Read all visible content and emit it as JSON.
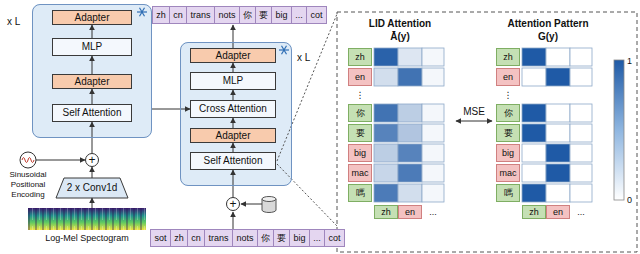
{
  "diagram": {
    "nodes": [
      {
        "text": [
          "x L"
        ]
      },
      {
        "text": [
          "Adapter"
        ],
        "in": 0
      },
      {
        "text": [
          "MLP"
        ],
        "in": 0
      },
      {
        "text": [
          "Adapter"
        ],
        "in": 0
      },
      {
        "text": [
          "Self Attention"
        ],
        "in": 0
      },
      {
        "text": [
          "+"
        ]
      },
      {
        "text": [
          "Sinusoidal Positional Encoding"
        ]
      },
      {
        "text": [
          "2 x Conv1d"
        ]
      },
      {
        "text": [
          "Log-Mel Spectogram"
        ]
      },
      {
        "text": [
          "x L"
        ]
      },
      {
        "text": [
          "Adapter"
        ],
        "in": 9
      },
      {
        "text": [
          "MLP"
        ],
        "in": 9
      },
      {
        "text": [
          "Cross Attention"
        ],
        "in": 9
      },
      {
        "text": [
          "Adapter"
        ],
        "in": 9
      },
      {
        "text": [
          "Self Attention"
        ],
        "in": 9
      },
      {
        "text": [
          "+"
        ]
      },
      {
        "text": [
          "LID Attention",
          "Ā(y)"
        ]
      },
      {
        "text": [
          "Attention Pattern",
          "G(y)"
        ]
      }
    ],
    "edges": [
      {
        "from": 8,
        "to": 7,
        "arrow": "to"
      },
      {
        "from": 7,
        "to": 5,
        "arrow": "to"
      },
      {
        "from": 6,
        "to": 5,
        "arrow": "to"
      },
      {
        "from": 5,
        "to": 4,
        "arrow": "to"
      },
      {
        "from": 4,
        "to": 3,
        "arrow": "to"
      },
      {
        "from": 3,
        "to": 2,
        "arrow": "to"
      },
      {
        "from": 2,
        "to": 1,
        "arrow": "to"
      },
      {
        "from": 0,
        "to": 12,
        "arrow": "to"
      },
      {
        "from": 15,
        "to": 14,
        "arrow": "to"
      },
      {
        "from": 14,
        "to": 13,
        "arrow": "to"
      },
      {
        "from": 13,
        "to": 12,
        "arrow": "to"
      },
      {
        "from": 12,
        "to": 11,
        "arrow": "to"
      },
      {
        "from": 11,
        "to": 10,
        "arrow": "to"
      },
      {
        "from": 16,
        "to": 17,
        "label": "MSE",
        "arrow": "both"
      }
    ],
    "labels": [
      "zh",
      "cn",
      "trans",
      "nots",
      "你",
      "要",
      "big",
      "...",
      "cot",
      "sot",
      "zh",
      "cn",
      "trans",
      "nots",
      "你",
      "要",
      "big",
      "...",
      "cot",
      "zh",
      "en",
      "⋮",
      "你",
      "要",
      "big",
      "mac",
      "嗎",
      "zh",
      "en",
      "...",
      "zh",
      "en",
      "⋮",
      "你",
      "要",
      "big",
      "mac",
      "嗎",
      "zh",
      "en",
      "...",
      "1",
      "0"
    ]
  }
}
